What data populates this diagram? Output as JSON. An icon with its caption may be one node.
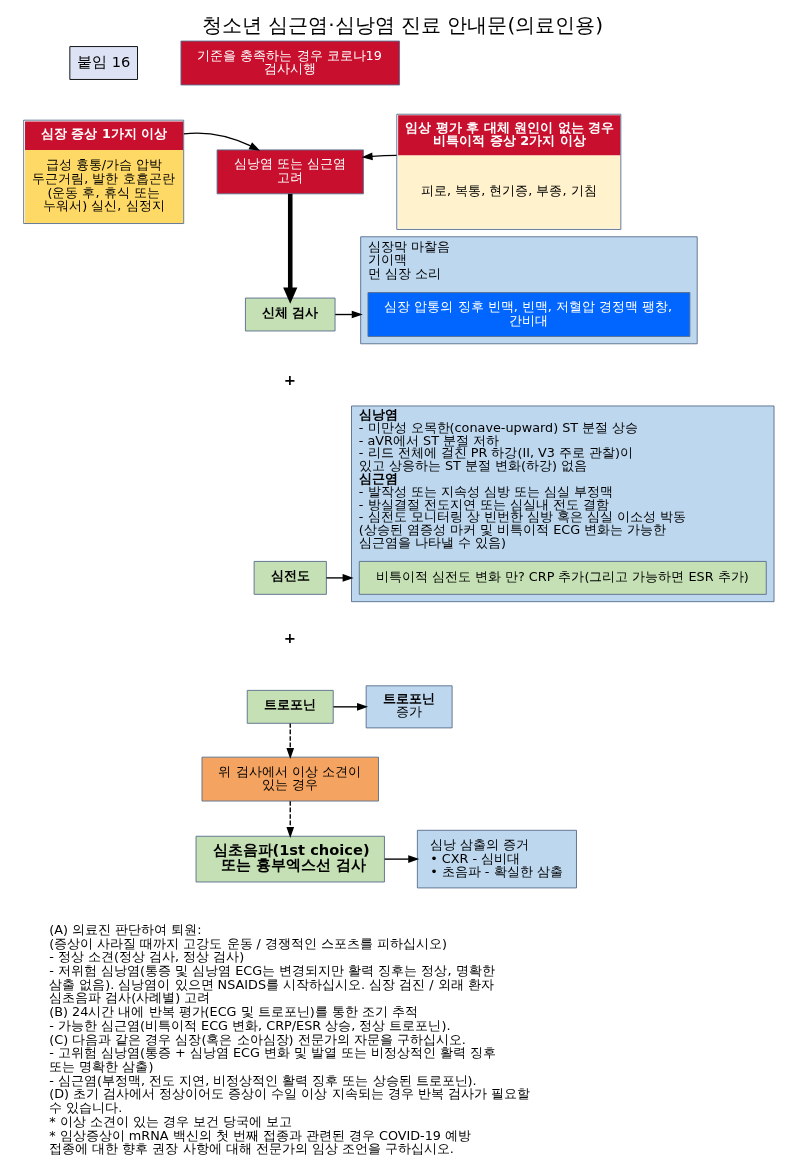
{
  "diagram": {
    "title": "청소년 심근염·심낭염 진료 안내문(의료인용)",
    "nodes": [
      {
        "text": [
          "심장 증상 1가지 이상",
          "급성 흉통/가슴 압박 두근거림, 발한 호흡곤란 (운동 후, 휴식 또는 누워서) 실신, 심정지"
        ]
      },
      {
        "text": [
          "기준을 충족하는 경우 코로나19 검사시행"
        ]
      },
      {
        "text": [
          "심낭염 또는 심근염 고려"
        ]
      },
      {
        "text": [
          "임상 평가 후 대체 원인이 없는 경우 비특이적 증상 2가지 이상",
          "피로, 복통, 현기증, 부종, 기침"
        ]
      },
      {
        "text": [
          "신체 검사"
        ]
      },
      {
        "text": [
          "심전도"
        ]
      },
      {
        "text": [
          "트로포닌"
        ]
      },
      {
        "text": [
          "위 검사에서 이상 소견이 있는 경우"
        ]
      },
      {
        "text": [
          "심초음파(1st choice) 또는 흉부엑스선 검사"
        ]
      },
      {
        "text": [
          "심장막 마찰음",
          "기이맥",
          "먼 심장 소리"
        ]
      },
      {
        "text": [
          "심장 압통의 징후 빈맥, 빈맥, 저혈압 경정맥 팽창, 간비대"
        ],
        "in": 9
      },
      {
        "text": [
          "심낭염",
          "- 미만성 오목한(conave-upward) ST 분절 상승",
          "- aVR에서 ST 분절 저하",
          "- 리드 전체에 걸친 PR 하강(II, V3 주로 관찰)이 있고 상응하는 ST 분절 변화(하강) 없음",
          "심근염",
          "- 발작성 또는 지속성 심방 또는 심실 부정맥",
          "- 방실결절 전도지연 또는 심실내 전도 결함",
          "- 심전도 모니터링 상 빈번한 심방 혹은 심실 이소성 박동",
          "(상승된 염증성 마커 및 비특이적 ECG 변화는 가능한 심근염을 나타낼 수 있음)"
        ]
      },
      {
        "text": [
          "비특이적 심전도 변화 만? CRP 추가(그리고 가능하면 ESR 추가)"
        ],
        "in": 11
      },
      {
        "text": [
          "트로포닌",
          "증가"
        ]
      },
      {
        "text": [
          "심낭 삼출의 증거",
          "• CXR - 심비대",
          "• 초음파 - 확실한 삼출"
        ]
      }
    ],
    "edges": [
      {
        "from": 0,
        "to": 2,
        "arrow": "to"
      },
      {
        "from": 3,
        "to": 2,
        "arrow": "to"
      },
      {
        "from": 2,
        "to": 4,
        "arrow": "to",
        "style": "thick"
      },
      {
        "from": 4,
        "to": 9,
        "arrow": "to"
      },
      {
        "from": 5,
        "to": 11,
        "arrow": "to"
      },
      {
        "from": 6,
        "to": 13,
        "arrow": "to"
      },
      {
        "from": 6,
        "to": 7,
        "arrow": "to",
        "style": "dashed"
      },
      {
        "from": 7,
        "to": 8,
        "arrow": "to",
        "style": "dashed"
      },
      {
        "from": 8,
        "to": 14,
        "arrow": "to"
      }
    ],
    "labels": [
      "붙임 16",
      "+",
      "+",
      "(A) 의료진 판단하여 퇴원:",
      "(증상이 사라질 때까지 고강도 운동 / 경쟁적인 스포츠를 피하십시오)",
      "- 정상 소견(정상 검사, 정상 검사)",
      "- 저위험 심낭염(통증 및 심낭염 ECG는 변경되지만 활력 징후는 정상, 명확한 삼출 없음). 심낭염이 있으면 NSAIDS를 시작하십시오. 심장 검진 / 외래 환자 심초음파 검사(사례별) 고려",
      "(B) 24시간 내에 반복 평가(ECG 및 트로포닌)를 통한 조기 추적",
      "- 가능한 심근염(비특이적 ECG 변화, CRP/ESR 상승, 정상 트로포닌).",
      "(C) 다음과 같은 경우 심장(혹은 소아심장) 전문가의 자문을 구하십시오.",
      "- 고위험 심낭염(통증 + 심낭염 ECG 변화 및 발열 또는 비정상적인 활력 징후 또는 명확한 삼출)",
      "- 심근염(부정맥, 전도 지연, 비정상적인 활력 징후 또는 상승된 트로포닌).",
      "(D) 초기 검사에서 정상이어도 증상이 수일 이상 지속되는 경우 반복 검사가 필요할 수 있습니다.",
      "* 이상 소견이 있는 경우 보건 당국에 보고",
      "* 임상증상이 mRNA 백신의 첫 번째 접종과 관련된 경우 COVID-19 예방 접종에 대한 향후 권장 사항에 대해 전문가의 임상 조언을 구하십시오."
    ]
  }
}
